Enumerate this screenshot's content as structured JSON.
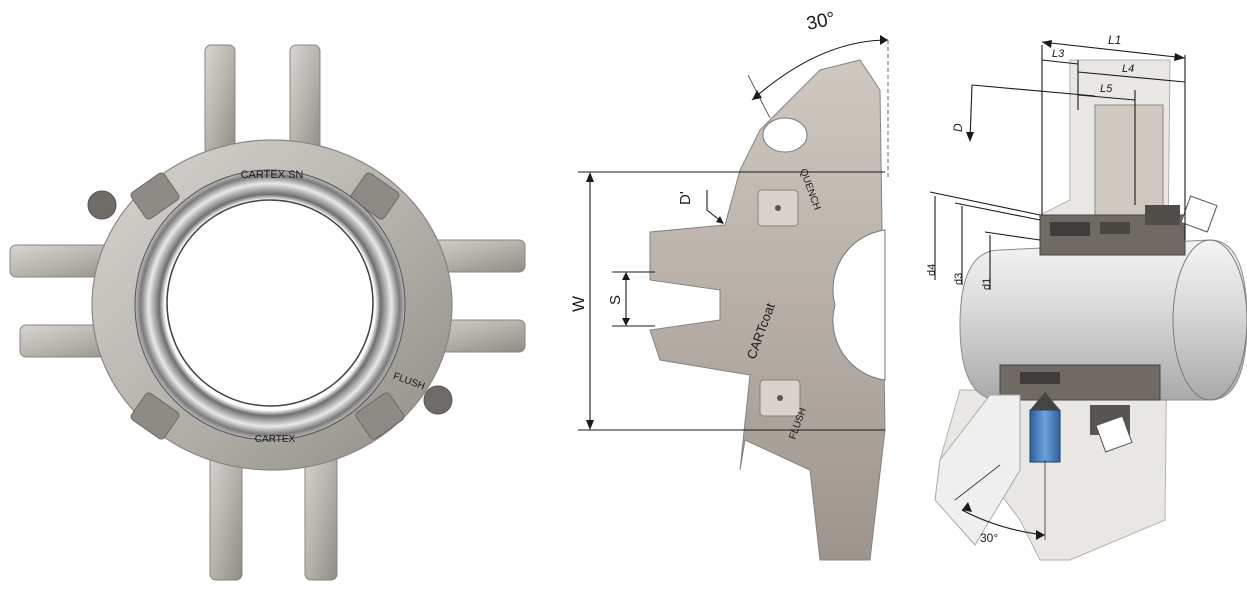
{
  "photo": {
    "cast_text_top": "CARTEX SN",
    "cast_text_right": "FLUSH",
    "cast_text_bottom": "CARTEX"
  },
  "drawing": {
    "angle_top": "30°",
    "label_d_prime": "D'",
    "label_w": "W",
    "label_s": "S",
    "cast_text_quench": "QUENCH",
    "cast_text_brand": "CARTcoat",
    "cast_text_flush": "FLUSH"
  },
  "section": {
    "label_l1": "L1",
    "label_l3": "L3",
    "label_l4": "L4",
    "label_l5": "L5",
    "label_D": "D",
    "label_d4": "d4",
    "label_d3": "d3",
    "label_d1": "d1",
    "angle_bottom": "30°"
  }
}
